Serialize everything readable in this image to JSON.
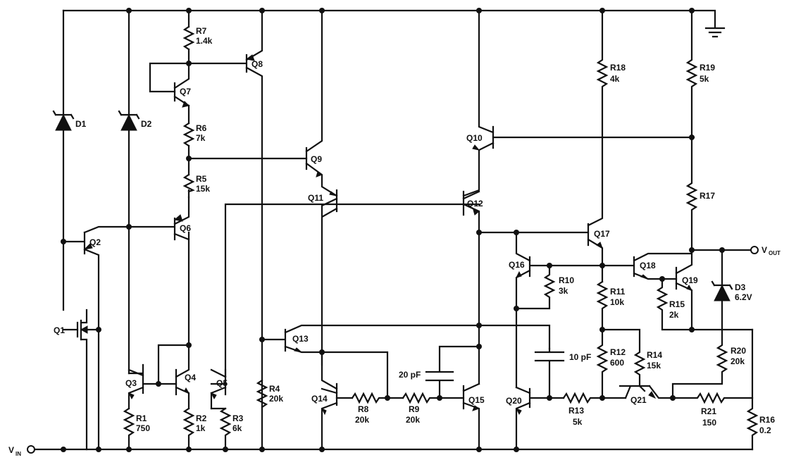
{
  "terminals": {
    "vin": {
      "main": "V",
      "sub": "IN"
    },
    "vout": {
      "main": "V",
      "sub": "OUT"
    }
  },
  "transistors": [
    "Q1",
    "Q2",
    "Q3",
    "Q4",
    "Q5",
    "Q6",
    "Q7",
    "Q8",
    "Q9",
    "Q10",
    "Q11",
    "Q12",
    "Q13",
    "Q14",
    "Q15",
    "Q16",
    "Q17",
    "Q18",
    "Q19",
    "Q20",
    "Q21"
  ],
  "diodes": [
    {
      "name": "D1",
      "value": ""
    },
    {
      "name": "D2",
      "value": ""
    },
    {
      "name": "D3",
      "value": "6.2V"
    }
  ],
  "resistors": [
    {
      "name": "R1",
      "value": "750"
    },
    {
      "name": "R2",
      "value": "1k"
    },
    {
      "name": "R3",
      "value": "6k"
    },
    {
      "name": "R4",
      "value": "20k"
    },
    {
      "name": "R5",
      "value": "15k"
    },
    {
      "name": "R6",
      "value": "7k"
    },
    {
      "name": "R7",
      "value": "1.4k"
    },
    {
      "name": "R8",
      "value": "20k"
    },
    {
      "name": "R9",
      "value": "20k"
    },
    {
      "name": "R10",
      "value": "3k"
    },
    {
      "name": "R11",
      "value": "10k"
    },
    {
      "name": "R12",
      "value": "600"
    },
    {
      "name": "R13",
      "value": "5k"
    },
    {
      "name": "R14",
      "value": "15k"
    },
    {
      "name": "R15",
      "value": "2k"
    },
    {
      "name": "R16",
      "value": "0.2"
    },
    {
      "name": "R17",
      "value": ""
    },
    {
      "name": "R18",
      "value": "4k"
    },
    {
      "name": "R19",
      "value": "5k"
    },
    {
      "name": "R20",
      "value": "20k"
    },
    {
      "name": "R21",
      "value": "150"
    }
  ],
  "capacitors": [
    {
      "name": "C-20pF",
      "value": "20 pF"
    },
    {
      "name": "C-10pF",
      "value": "10 pF"
    }
  ]
}
